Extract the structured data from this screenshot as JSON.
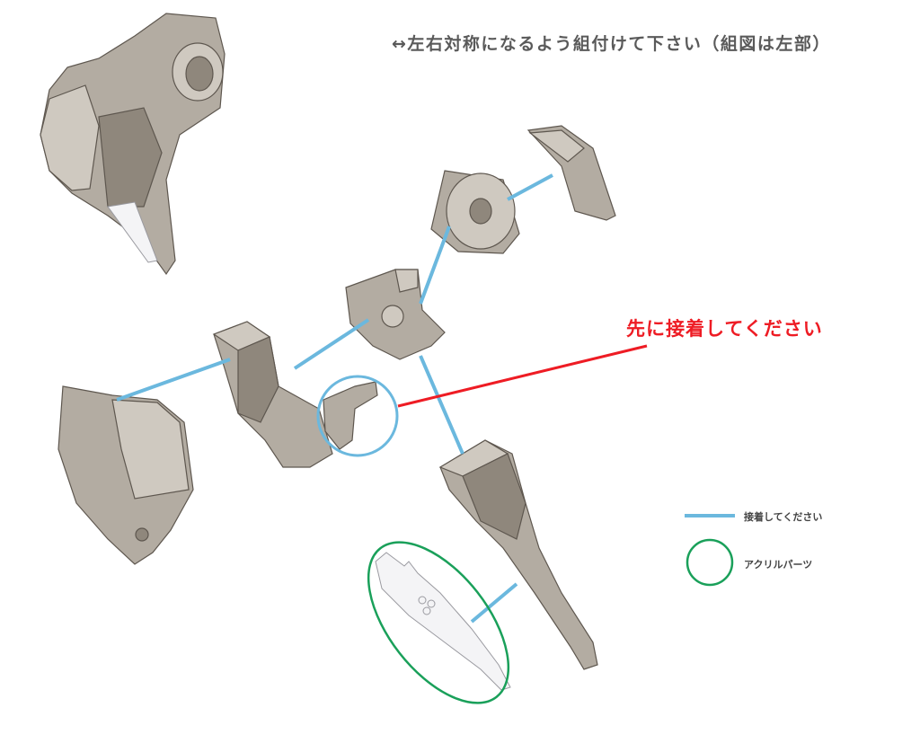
{
  "title": "↔左右対称になるよう組付けて下さい（組図は左部）",
  "note_red": "先に接着してください",
  "legend": {
    "glue_label": "接着してください",
    "acrylic_label": "アクリルパーツ"
  },
  "colors": {
    "glue_line": "#6bb8de",
    "acrylic_outline": "#1aa05a",
    "note_red": "#ee1c24"
  }
}
